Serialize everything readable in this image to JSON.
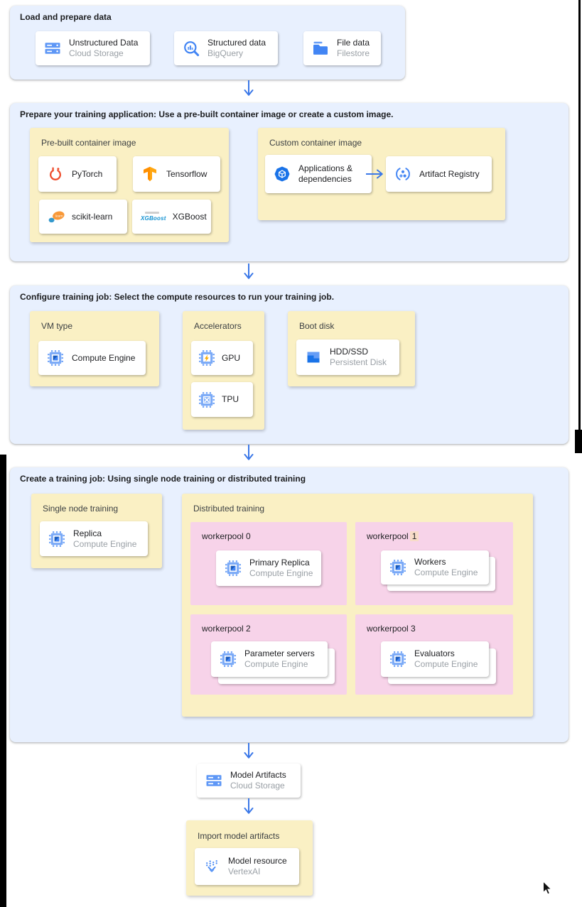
{
  "colors": {
    "section_bg": "#e8f0fe",
    "panel_bg": "#faf0c4",
    "pool_bg": "#f7d3e9",
    "highlight_bg": "#f7dcc8",
    "arrow_blue": "#3b78e8",
    "icon_blue": "#4285f4",
    "card_title": "#202124",
    "card_subtitle": "#9aa0a6"
  },
  "icons": {
    "sklearn_text": "learn"
  },
  "load": {
    "title": "Load and prepare data",
    "cards": [
      {
        "icon": "cloud-storage-icon",
        "title": "Unstructured Data",
        "subtitle": "Cloud Storage"
      },
      {
        "icon": "bigquery-icon",
        "title": "Structured data",
        "subtitle": "BigQuery"
      },
      {
        "icon": "filestore-icon",
        "title": "File data",
        "subtitle": "Filestore"
      }
    ]
  },
  "prepare": {
    "title": "Prepare your training application: Use a pre-built container image or create a custom image.",
    "prebuilt": {
      "title": "Pre-built container image",
      "frameworks": [
        {
          "icon": "pytorch-icon",
          "label": "PyTorch"
        },
        {
          "icon": "tensorflow-icon",
          "label": "Tensorflow"
        },
        {
          "icon": "scikit-learn-icon",
          "label": "scikit-learn"
        },
        {
          "icon": "xgboost-icon",
          "label": "XGBoost"
        }
      ]
    },
    "custom": {
      "title": "Custom container image",
      "source": {
        "icon": "package-icon",
        "title": "Applications & dependencies"
      },
      "registry": {
        "icon": "artifact-registry-icon",
        "title": "Artifact Registry"
      }
    }
  },
  "configure": {
    "title": "Configure training job: Select the compute resources to run your training job.",
    "vm_type": {
      "title": "VM type",
      "card": {
        "icon": "compute-engine-icon",
        "title": "Compute Engine"
      }
    },
    "accelerators": {
      "title": "Accelerators",
      "cards": [
        {
          "icon": "gpu-icon",
          "title": "GPU"
        },
        {
          "icon": "tpu-icon",
          "title": "TPU"
        }
      ]
    },
    "boot_disk": {
      "title": "Boot disk",
      "card": {
        "icon": "persistent-disk-icon",
        "title": "HDD/SSD",
        "subtitle": "Persistent Disk"
      }
    }
  },
  "create": {
    "title": "Create a training job: Using single node training or distributed training",
    "single_node": {
      "title": "Single node training",
      "card": {
        "icon": "compute-engine-icon",
        "title": "Replica",
        "subtitle": "Compute Engine"
      }
    },
    "distributed": {
      "title": "Distributed training",
      "workerpools": [
        {
          "label": "workerpool 0",
          "stacked": false,
          "card": {
            "icon": "compute-engine-icon",
            "title": "Primary Replica",
            "subtitle": "Compute Engine"
          }
        },
        {
          "label": "workerpool",
          "highlighted_number": "1",
          "stacked": true,
          "card": {
            "icon": "compute-engine-icon",
            "title": "Workers",
            "subtitle": "Compute Engine"
          }
        },
        {
          "label": "workerpool 2",
          "stacked": true,
          "card": {
            "icon": "compute-engine-icon",
            "title": "Parameter servers",
            "subtitle": "Compute Engine"
          }
        },
        {
          "label": "workerpool 3",
          "stacked": true,
          "card": {
            "icon": "compute-engine-icon",
            "title": "Evaluators",
            "subtitle": "Compute Engine"
          }
        }
      ]
    }
  },
  "model_artifacts": {
    "icon": "cloud-storage-icon",
    "title": "Model Artifacts",
    "subtitle": "Cloud Storage"
  },
  "import_model": {
    "title": "Import model artifacts",
    "card": {
      "icon": "vertex-ai-icon",
      "title": "Model resource",
      "subtitle": "VertexAI"
    }
  }
}
